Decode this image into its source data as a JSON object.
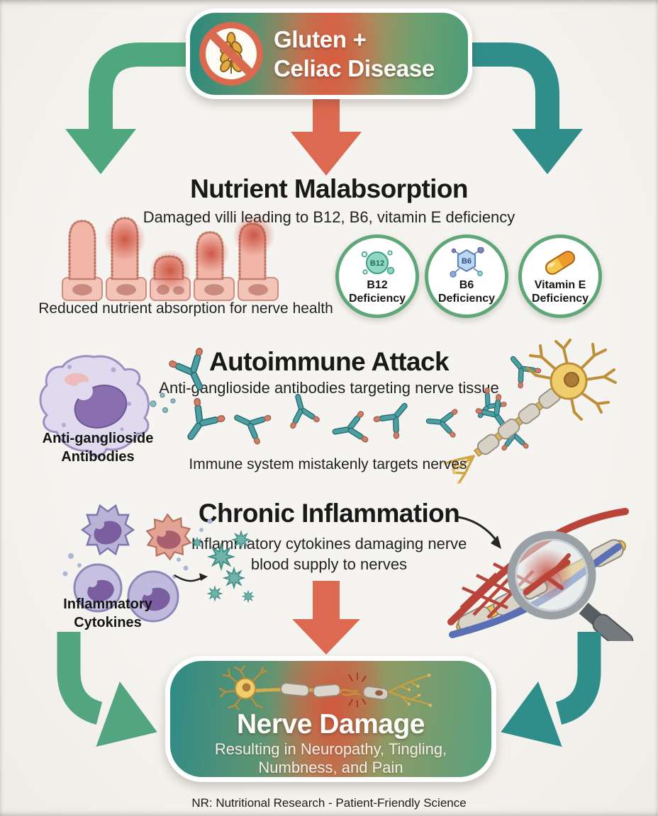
{
  "colors": {
    "background": "#f4f2ee",
    "arrow_green": "#4fa77e",
    "arrow_teal": "#2f8e8a",
    "arrow_red": "#dd6950",
    "badge_ring": "#5fa678",
    "banner_text": "#fdfcf8",
    "heading_text": "#191919"
  },
  "header": {
    "icon": "no-gluten-wheat-icon",
    "title_line1": "Gluten +",
    "title_line2": "Celiac Disease"
  },
  "malabsorption": {
    "title": "Nutrient Malabsorption",
    "subtitle": "Damaged villi leading to B12, B6, vitamin E deficiency",
    "caption": "Reduced nutrient absorption for nerve health",
    "badges": [
      {
        "icon": "b12-molecule-icon",
        "molecule_text": "B12",
        "label_line1": "B12",
        "label_line2": "Deficiency"
      },
      {
        "icon": "b6-molecule-icon",
        "molecule_text": "B6",
        "label_line1": "B6",
        "label_line2": "Deficiency"
      },
      {
        "icon": "vitamin-e-capsule-icon",
        "label_line1": "Vitamin E",
        "label_line2": "Deficiency"
      }
    ]
  },
  "autoimmune": {
    "title": "Autoimmune Attack",
    "subtitle": "Anti-ganglioside antibodies targeting nerve tissue",
    "antibody_label_line1": "Anti-ganglioside",
    "antibody_label_line2": "Antibodies",
    "caption": "Immune system mistakenly targets nerves"
  },
  "inflammation": {
    "title": "Chronic Inflammation",
    "subtitle_line1": "Inflammatory cytokines damaging nerve",
    "subtitle_line2": "blood supply to nerves",
    "cytokine_label_line1": "Inflammatory",
    "cytokine_label_line2": "Cytokines"
  },
  "result": {
    "title": "Nerve Damage",
    "subtitle_line1": "Resulting in Neuropathy, Tingling,",
    "subtitle_line2": "Numbness, and Pain"
  },
  "footnote": "NR: Nutritional Research - Patient-Friendly Science"
}
